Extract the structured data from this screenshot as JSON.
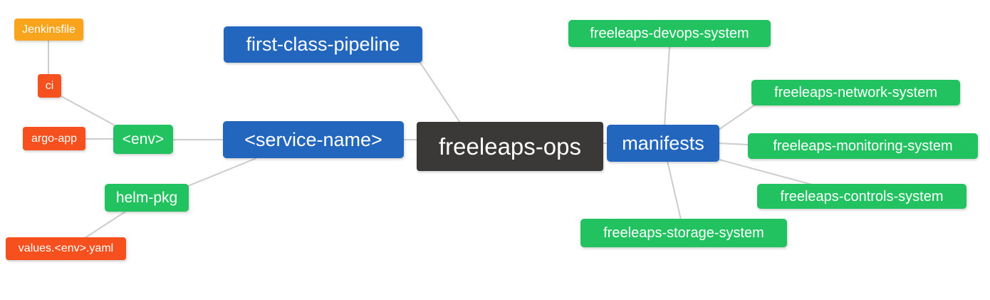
{
  "diagram": {
    "type": "mindmap",
    "root_label": "freeleaps-ops"
  },
  "colors": {
    "root_bg": "#3b3838",
    "primary_bg": "#2266be",
    "secondary_bg": "#21c25f",
    "leaf_red_bg": "#f6501e",
    "leaf_orange_bg": "#f8a51d",
    "edge": "#cccccc",
    "text": "#ffffff"
  },
  "nodes": {
    "root": {
      "label": "freeleaps-ops"
    },
    "first_class_pipeline": {
      "label": "first-class-pipeline"
    },
    "service_name": {
      "label": "<service-name>"
    },
    "manifests": {
      "label": "manifests"
    },
    "env": {
      "label": "<env>"
    },
    "helm_pkg": {
      "label": "helm-pkg"
    },
    "ci": {
      "label": "ci"
    },
    "argo_app": {
      "label": "argo-app"
    },
    "jenkinsfile": {
      "label": "Jenkinsfile"
    },
    "values_env_yaml": {
      "label": "values.<env>.yaml"
    },
    "devops_system": {
      "label": "freeleaps-devops-system"
    },
    "network_system": {
      "label": "freeleaps-network-system"
    },
    "monitoring_system": {
      "label": "freeleaps-monitoring-system"
    },
    "controls_system": {
      "label": "freeleaps-controls-system"
    },
    "storage_system": {
      "label": "freeleaps-storage-system"
    }
  },
  "edges": [
    {
      "from": "Jenkinsfile",
      "to": "ci"
    },
    {
      "from": "ci",
      "to": "<env>"
    },
    {
      "from": "argo-app",
      "to": "<env>"
    },
    {
      "from": "<env>",
      "to": "<service-name>"
    },
    {
      "from": "helm-pkg",
      "to": "<service-name>"
    },
    {
      "from": "values.<env>.yaml",
      "to": "helm-pkg"
    },
    {
      "from": "<service-name>",
      "to": "freeleaps-ops"
    },
    {
      "from": "first-class-pipeline",
      "to": "freeleaps-ops"
    },
    {
      "from": "manifests",
      "to": "freeleaps-ops"
    },
    {
      "from": "freeleaps-devops-system",
      "to": "manifests"
    },
    {
      "from": "freeleaps-network-system",
      "to": "manifests"
    },
    {
      "from": "freeleaps-monitoring-system",
      "to": "manifests"
    },
    {
      "from": "freeleaps-controls-system",
      "to": "manifests"
    },
    {
      "from": "freeleaps-storage-system",
      "to": "manifests"
    }
  ]
}
